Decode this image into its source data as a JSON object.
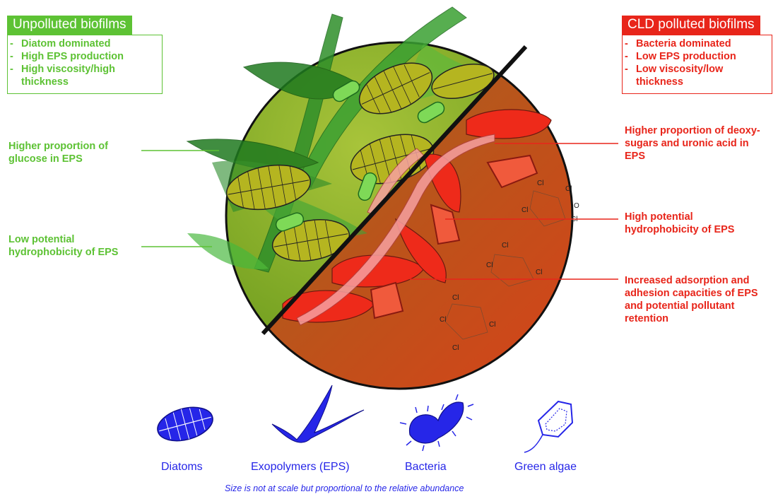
{
  "unpolluted": {
    "title": "Unpolluted biofilms",
    "items": [
      "Diatom dominated",
      "High EPS production",
      "High viscosity/high thickness"
    ],
    "color": "#5dc234"
  },
  "polluted": {
    "title": "CLD polluted biofilms",
    "items": [
      "Bacteria dominated",
      "Low EPS production",
      "Low viscosity/low thickness"
    ],
    "color": "#e8251a"
  },
  "left_annotations": [
    "Higher proportion of glucose in EPS",
    "Low potential hydrophobicity of EPS"
  ],
  "right_annotations": [
    "Higher proportion of deoxy-sugars and uronic acid in EPS",
    "High potential hydrophobicity of EPS",
    "Increased adsorption and adhesion capacities of EPS and potential pollutant retention"
  ],
  "molecule_labels": {
    "chlorine": "Cl",
    "oxygen": "O"
  },
  "legend": {
    "items": [
      "Diatoms",
      "Exopolymers (EPS)",
      "Bacteria",
      "Green algae"
    ],
    "color": "#2626e8"
  },
  "footnote": "Size is not at scale but proportional to the relative abundance"
}
